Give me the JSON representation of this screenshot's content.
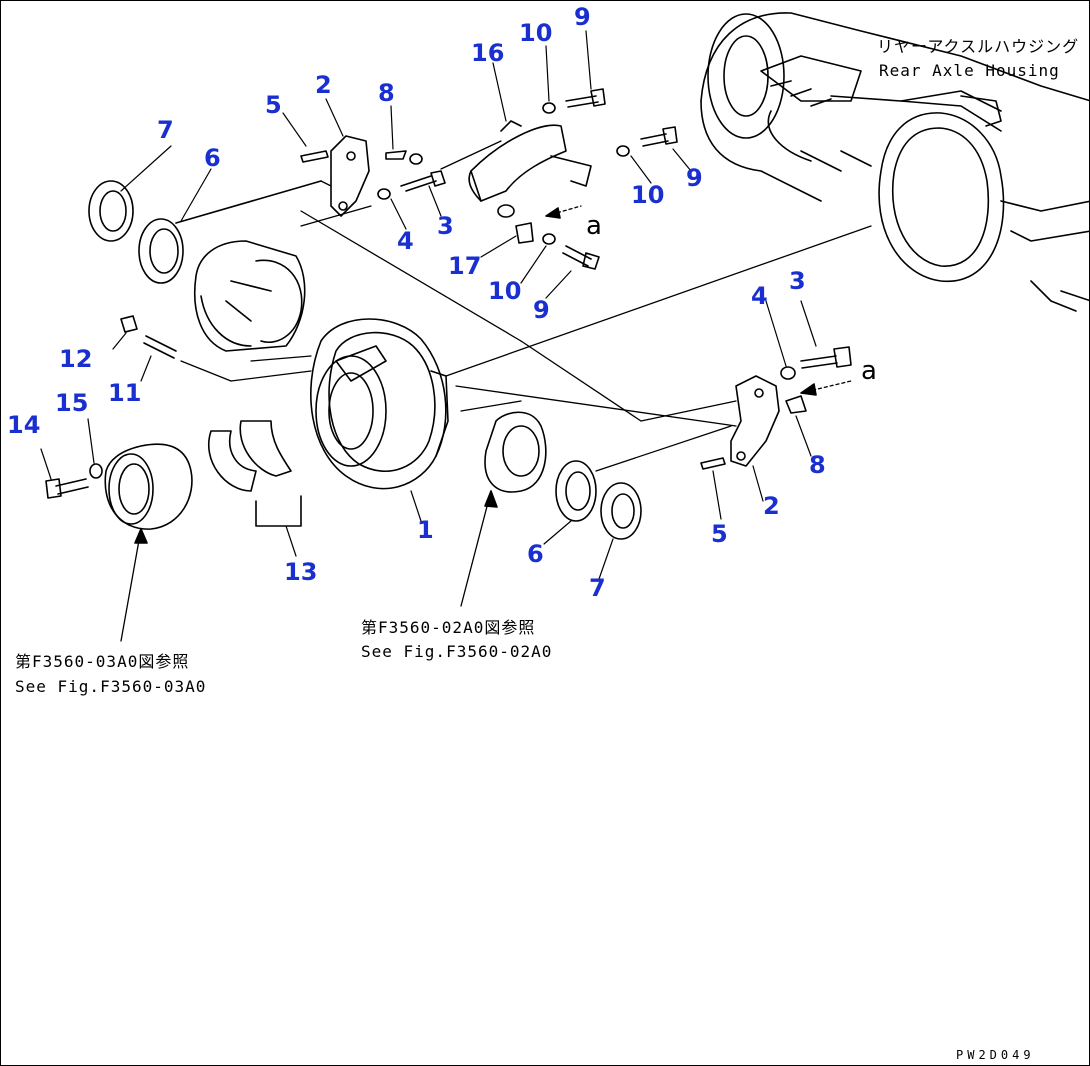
{
  "captions": {
    "housing_jp": "リヤーアクスルハウジング",
    "housing_en": "Rear Axle Housing",
    "ref1_jp": "第F3560-02A0図参照",
    "ref1_en": "See Fig.F3560-02A0",
    "ref2_jp": "第F3560-03A0図参照",
    "ref2_en": "See Fig.F3560-03A0",
    "drawing_code": "PW2D049"
  },
  "marks": {
    "a1": "a",
    "a2": "a"
  },
  "callouts": {
    "c1": "1",
    "c2a": "2",
    "c2b": "2",
    "c3a": "3",
    "c3b": "3",
    "c4a": "4",
    "c4b": "4",
    "c5a": "5",
    "c5b": "5",
    "c6a": "6",
    "c6b": "6",
    "c7a": "7",
    "c7b": "7",
    "c8a": "8",
    "c8b": "8",
    "c9a": "9",
    "c9b": "9",
    "c9c": "9",
    "c10a": "10",
    "c10b": "10",
    "c10c": "10",
    "c11": "11",
    "c12": "12",
    "c13": "13",
    "c14": "14",
    "c15": "15",
    "c16": "16",
    "c17": "17"
  },
  "colors": {
    "callout": "#1a2fd0",
    "line": "#000000"
  }
}
